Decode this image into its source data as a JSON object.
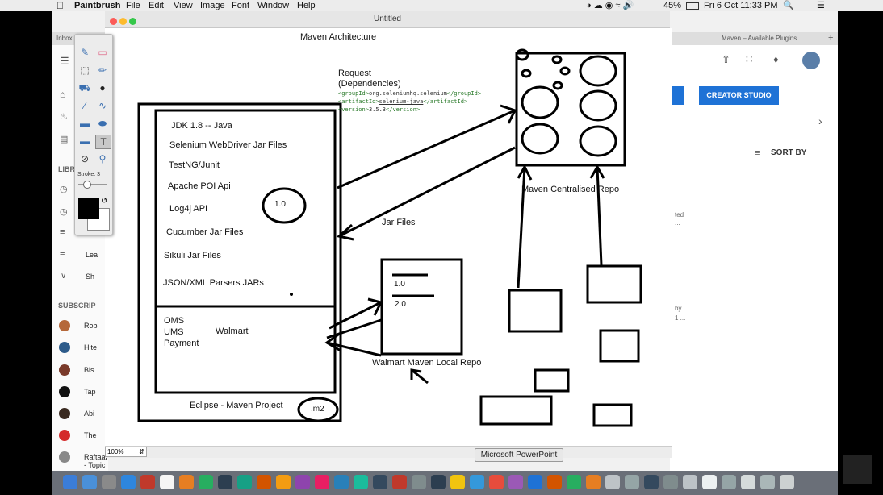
{
  "menubar": {
    "app_name": "Paintbrush",
    "items": [
      "File",
      "Edit",
      "View",
      "Image",
      "Font",
      "Window",
      "Help"
    ],
    "battery": "45%",
    "datetime": "Fri 6 Oct  11:33 PM"
  },
  "browser": {
    "tabs": [
      "Inbox",
      "Maven – Available Plugins"
    ],
    "creator_studio": "CREATOR STUDIO",
    "sort_by": "SORT BY",
    "snippets": [
      "ted",
      "...",
      "by",
      "1 ..."
    ]
  },
  "sidebar": {
    "library_label": "LIBR",
    "items": [
      "Lea",
      "Sh"
    ],
    "subscriptions_label": "SUBSCRIP",
    "subscriptions": [
      "Rob",
      "Hite",
      "Bis",
      "Tap",
      "Abi",
      "The",
      "Raftaar - Topic"
    ]
  },
  "paintbrush": {
    "window_title": "Untitled",
    "zoom": "100%",
    "stroke_label": "Stroke: 3"
  },
  "drawing": {
    "title": "Maven Architecture",
    "request": [
      "Request",
      "(Dependencies)"
    ],
    "code_lines": [
      {
        "open": "<groupId>",
        "text": "org.seleniumhq.selenium",
        "close": "</groupId>"
      },
      {
        "open": "<artifactId>",
        "text": "selenium-java",
        "close": "</artifactId>"
      },
      {
        "open": "<version>",
        "text": "3.5.3",
        "close": "</version>"
      }
    ],
    "project_items": [
      "JDK 1.8 -- Java",
      "Selenium WebDriver Jar Files",
      "TestNG/Junit",
      "Apache POI Api",
      "Log4j API",
      "Cucumber Jar Files",
      "Sikuli Jar Files",
      "JSON/XML Parsers JARs"
    ],
    "version_bubble": "1.0",
    "modules": [
      "OMS",
      "UMS",
      "Payment"
    ],
    "walmart": "Walmart",
    "project_label": "Eclipse - Maven Project",
    "m2_label": ".m2",
    "jar_files": "Jar Files",
    "central_repo": "Maven Centralised Repo",
    "local_versions": [
      "1.0",
      "2.0"
    ],
    "local_repo": "Walmart Maven Local Repo"
  },
  "tooltip": "Microsoft PowerPoint",
  "colors": {
    "accent_blue": "#1e72d6",
    "menubar_bg": "#ececec",
    "dock_bg": "#6a6f78"
  }
}
